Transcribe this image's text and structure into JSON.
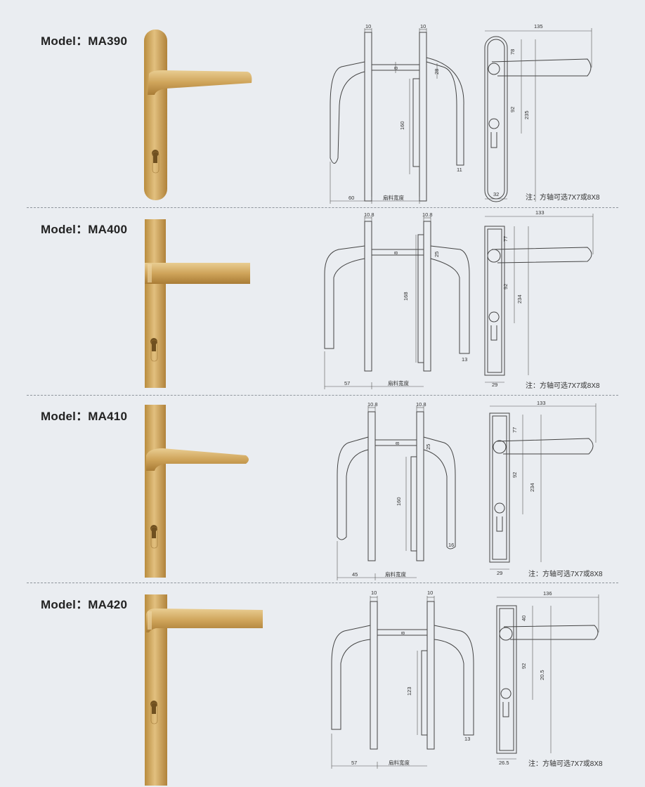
{
  "colors": {
    "gold": "#c79b4f",
    "gold_light": "#e3c284",
    "gold_dark": "#a67a35",
    "background": "#eaedf1",
    "line": "#444444"
  },
  "models": [
    {
      "label": "Model：MA390",
      "dims": {
        "top_left": "10",
        "top_right": "10",
        "spindle": "8",
        "offset": "28",
        "hole_spacing": "160",
        "grip": "11",
        "projection": "60",
        "door": "扇料宽度",
        "front_width": "135",
        "front_top": "78",
        "front_mid": "92",
        "front_height": "235",
        "front_bottom": "32"
      },
      "note": "注：方轴可选7X7或8X8"
    },
    {
      "label": "Model：MA400",
      "dims": {
        "top_left": "10.8",
        "top_right": "10.8",
        "spindle": "8",
        "offset": "25",
        "hole_spacing": "168",
        "grip": "13",
        "projection": "57",
        "door": "扇料宽度",
        "front_width": "133",
        "front_top": "77",
        "front_mid": "92",
        "front_height": "234",
        "front_bottom": "29"
      },
      "note": "注：方轴可选7X7或8X8"
    },
    {
      "label": "Model：MA410",
      "dims": {
        "top_left": "10.8",
        "top_right": "10.8",
        "spindle": "8",
        "offset": "25",
        "hole_spacing": "160",
        "grip": "16",
        "projection": "45",
        "door": "扇料宽度",
        "front_width": "133",
        "front_top": "77",
        "front_mid": "92",
        "front_height": "234",
        "front_bottom": "29"
      },
      "note": "注：方轴可选7X7或8X8"
    },
    {
      "label": "Model：MA420",
      "dims": {
        "top_left": "10",
        "top_right": "10",
        "spindle": "8",
        "offset": "",
        "hole_spacing": "123",
        "grip": "13",
        "projection": "57",
        "door": "扇料宽度",
        "front_width": "136",
        "front_top": "40",
        "front_mid": "92",
        "front_height": "20.5",
        "front_bottom": "26.5"
      },
      "note": "注：方轴可选7X7或8X8"
    }
  ]
}
